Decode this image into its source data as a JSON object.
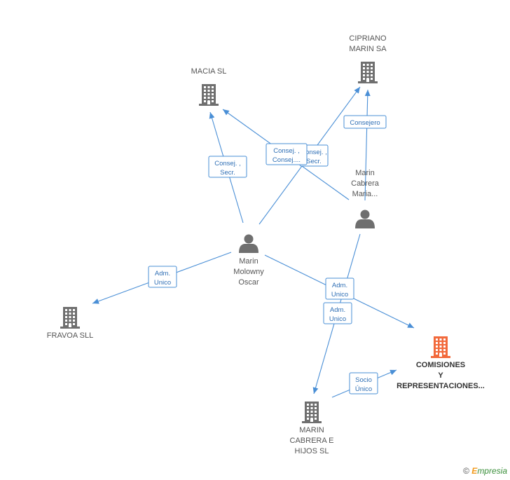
{
  "nodes": {
    "cipriano": {
      "label_lines": [
        "CIPRIANO",
        "MARIN SA"
      ],
      "icon": "building-icon"
    },
    "macia": {
      "label_lines": [
        "MACIA SL"
      ],
      "icon": "building-icon"
    },
    "marin_maria": {
      "label_lines": [
        "Marin",
        "Cabrera",
        "Maria..."
      ],
      "icon": "person-icon"
    },
    "marin_oscar": {
      "label_lines": [
        "Marin",
        "Molowny",
        "Oscar"
      ],
      "icon": "person-icon"
    },
    "fravoa": {
      "label_lines": [
        "FRAVOA SLL"
      ],
      "icon": "building-icon"
    },
    "comisiones": {
      "label_lines": [
        "COMISIONES",
        "Y",
        "REPRESENTACIONES..."
      ],
      "icon": "building-icon",
      "highlight": true
    },
    "marin_hijos": {
      "label_lines": [
        "MARIN",
        "CABRERA E",
        "HIJOS SL"
      ],
      "icon": "building-icon"
    }
  },
  "edges": {
    "consejero": {
      "label_lines": [
        "Consejero"
      ]
    },
    "consej_secr_back": {
      "label_lines": [
        "Consej. ,",
        "Secr."
      ]
    },
    "consej_consej": {
      "label_lines": [
        "Consej. ,",
        "Consej...."
      ]
    },
    "consej_secr_macia": {
      "label_lines": [
        "Consej. ,",
        "Secr."
      ]
    },
    "adm_unico_fravoa": {
      "label_lines": [
        "Adm.",
        "Unico"
      ]
    },
    "adm_unico_oscar_com": {
      "label_lines": [
        "Adm.",
        "Unico"
      ]
    },
    "adm_unico_maria_hijos": {
      "label_lines": [
        "Adm.",
        "Unico"
      ]
    },
    "socio_unico": {
      "label_lines": [
        "Socio",
        "Único"
      ]
    }
  },
  "colors": {
    "edge": "#4a8fd6",
    "building": "#6f6f6f",
    "building_highlight": "#f26a3c",
    "person": "#6f6f6f"
  },
  "footer": {
    "copyright": "©",
    "brand_initial": "E",
    "brand_rest": "mpresia"
  }
}
